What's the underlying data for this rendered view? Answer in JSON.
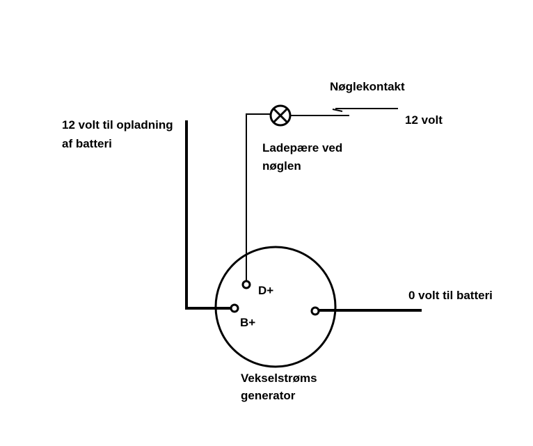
{
  "labels": {
    "key_switch": "Nøglekontakt",
    "supply_12v": "12 volt",
    "charge_out_line1": "12 volt til opladning",
    "charge_out_line2": "af batteri",
    "lamp_line1": "Ladepære ved",
    "lamp_line2": "nøglen",
    "terminal_d_plus": "D+",
    "terminal_b_plus": "B+",
    "ground_out": "0 volt til batteri",
    "generator_line1": "Vekselstrøms",
    "generator_line2": "generator"
  },
  "colors": {
    "ink": "#000000",
    "background": "#ffffff"
  }
}
